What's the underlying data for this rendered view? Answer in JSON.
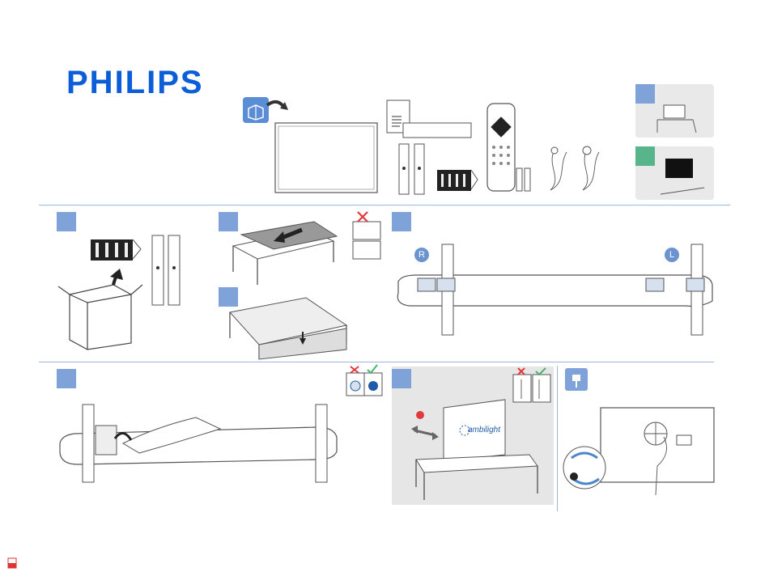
{
  "brand": {
    "logo_text": "PHILIPS"
  },
  "steps": {
    "mount_markers": {
      "right": "R",
      "left": "L"
    },
    "ambilight_text": "ambilight"
  },
  "colors": {
    "brand_blue": "#0b5ed7",
    "badge_blue": "#7fa3d8",
    "badge_green": "#58b48b",
    "divider": "#9db8db"
  },
  "icons": [
    "open-box-icon",
    "wrong-x-icon",
    "correct-check-icon",
    "warning-icon",
    "lock-icon",
    "power-plug-icon",
    "pdf-file-icon"
  ]
}
